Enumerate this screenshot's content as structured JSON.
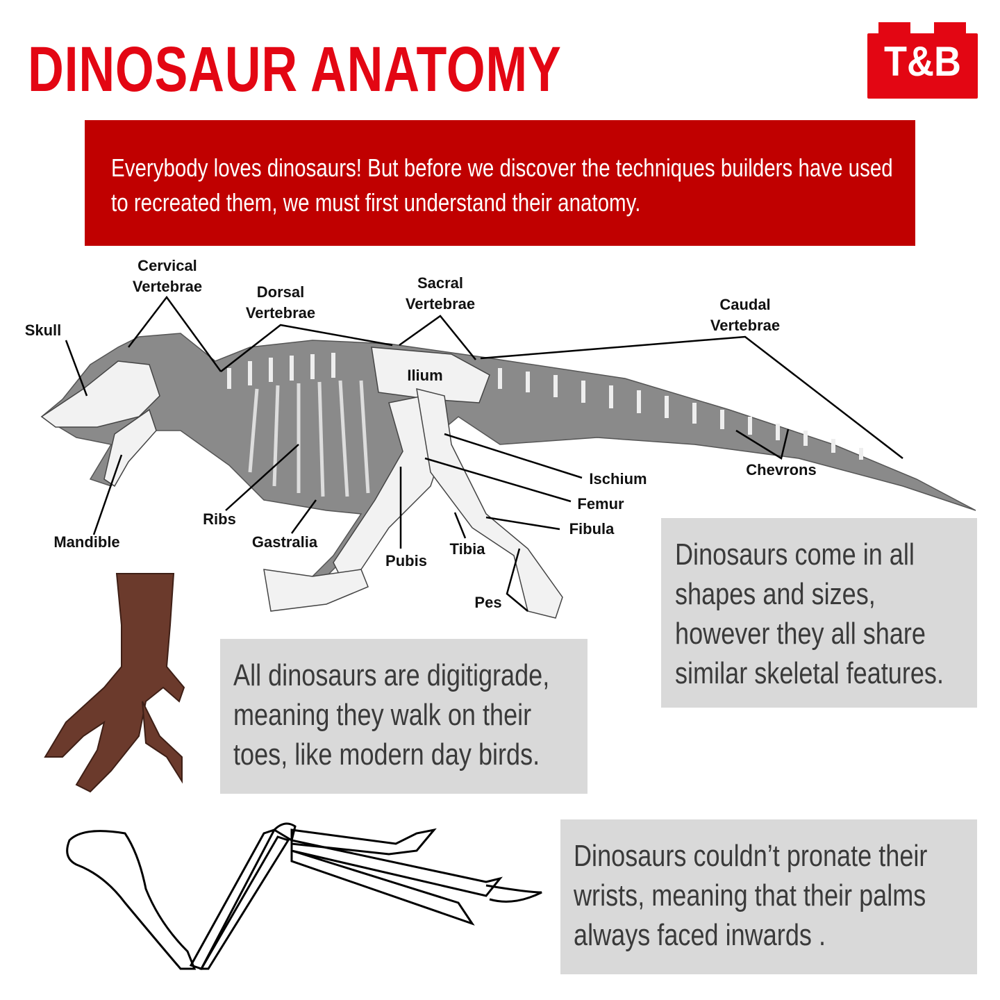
{
  "title": "DINOSAUR ANATOMY",
  "logo": "T&B",
  "banner": "Everybody loves dinosaurs! But before we discover the techniques builders have used to recreated them, we must first understand their anatomy.",
  "labels": {
    "cervical": "Cervical\nVertebrae",
    "dorsal": "Dorsal\nVertebrae",
    "sacral": "Sacral\nVertebrae",
    "caudal": "Caudal\nVertebrae",
    "skull": "Skull",
    "ilium": "Ilium",
    "chevrons": "Chevrons",
    "ischium": "Ischium",
    "femur": "Femur",
    "fibula": "Fibula",
    "ribs": "Ribs",
    "mandible": "Mandible",
    "gastralia": "Gastralia",
    "tibia": "Tibia",
    "pubis": "Pubis",
    "pes": "Pes"
  },
  "boxes": {
    "shapes": "Dinosaurs come in all\nshapes and sizes,\nhowever they all share\nsimilar skeletal features.",
    "digitigrade": "All dinosaurs are digitigrade,\nmeaning they walk on their\ntoes, like modern day birds.",
    "wrists": "Dinosaurs couldn’t pronate their\nwrists, meaning that their palms\nalways faced inwards ."
  },
  "colors": {
    "brand_red": "#e30613",
    "banner_red": "#c00000",
    "box_gray": "#d9d9d9"
  }
}
